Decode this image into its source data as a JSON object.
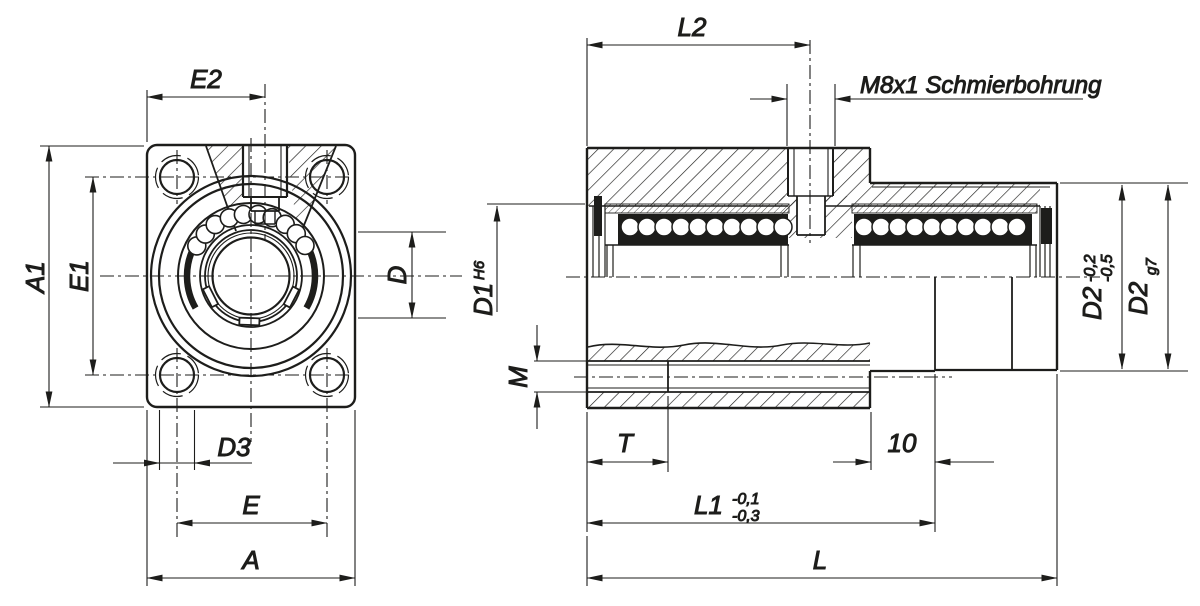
{
  "title": "Linear ball bearing unit – technical drawing",
  "colors": {
    "ink": "#1d1d1b",
    "background": "#ffffff"
  },
  "front_view": {
    "dims": {
      "e2": "E2",
      "a1": "A1",
      "e1": "E1",
      "d": "D",
      "d3": "D3",
      "e": "E",
      "a": "A"
    }
  },
  "section_view": {
    "dims": {
      "l2": "L2",
      "lube_note": "M8x1 Schmierbohrung",
      "d1": "D1",
      "d1_fit": "H6",
      "m": "M",
      "t": "T",
      "l1": "L1",
      "l1_tol_upper": "-0,1",
      "l1_tol_lower": "-0,3",
      "offset_ten": "10",
      "l": "L",
      "d2": "D2",
      "d2_tol_upper": "-0,2",
      "d2_tol_lower": "-0,5",
      "d2_fit": "g7"
    }
  }
}
